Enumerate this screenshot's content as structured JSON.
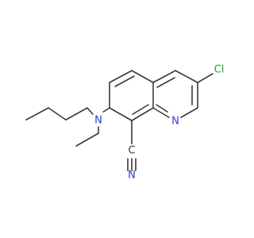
{
  "molecule": {
    "atoms": {
      "amine_nitrogen": "N",
      "ring_nitrogen": "N",
      "chlorine": "Cl",
      "nitrile_carbon": "C",
      "nitrile_nitrogen": "N"
    },
    "colors": {
      "bond": "#3a3a3a",
      "nitrogen": "#2f3bd6",
      "chlorine": "#2e9e2e",
      "carbon": "#3a3a3a"
    }
  }
}
